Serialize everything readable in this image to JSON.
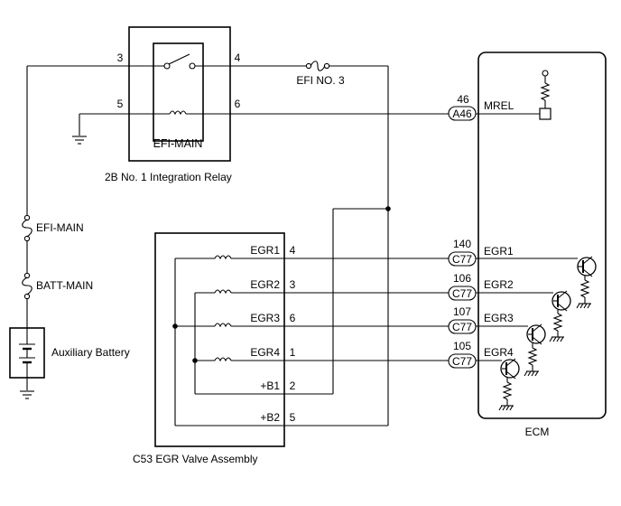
{
  "relay": {
    "name": "EFI-MAIN",
    "caption": "2B  No. 1 Integration Relay",
    "pins": {
      "p3": "3",
      "p4": "4",
      "p5": "5",
      "p6": "6"
    }
  },
  "fuses": {
    "efi_no3": "EFI NO. 3",
    "efi_main": "EFI-MAIN",
    "batt_main": "BATT-MAIN"
  },
  "battery": {
    "label": "Auxiliary Battery"
  },
  "ecm": {
    "name": "ECM",
    "mrel": {
      "pin": "46",
      "connector": "A46",
      "signal": "MREL"
    },
    "egr": [
      {
        "pin": "140",
        "connector": "C77",
        "signal": "EGR1"
      },
      {
        "pin": "106",
        "connector": "C77",
        "signal": "EGR2"
      },
      {
        "pin": "107",
        "connector": "C77",
        "signal": "EGR3"
      },
      {
        "pin": "105",
        "connector": "C77",
        "signal": "EGR4"
      }
    ]
  },
  "egr_valve": {
    "caption": "C53  EGR Valve Assembly",
    "terminals": [
      {
        "label": "EGR1",
        "pin": "4"
      },
      {
        "label": "EGR2",
        "pin": "3"
      },
      {
        "label": "EGR3",
        "pin": "6"
      },
      {
        "label": "EGR4",
        "pin": "1"
      },
      {
        "label": "+B1",
        "pin": "2"
      },
      {
        "label": "+B2",
        "pin": "5"
      }
    ]
  }
}
